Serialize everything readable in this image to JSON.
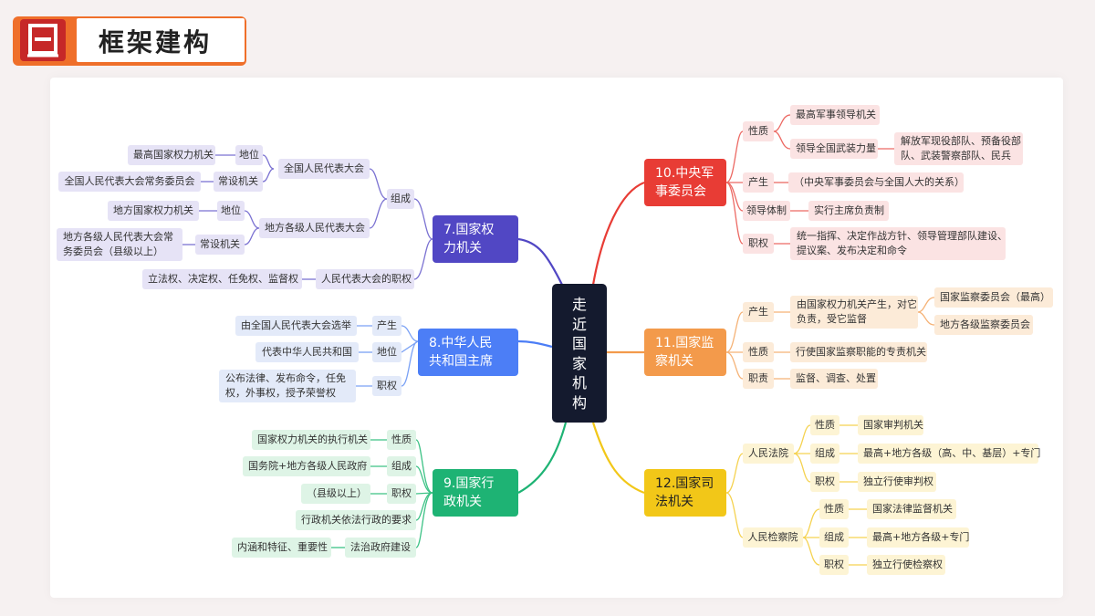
{
  "header": {
    "title": "框架建构"
  },
  "center": {
    "label": "走\n近\n国\n家\n机\n构"
  },
  "colors": {
    "b7": "#5147c4",
    "b8": "#4c7ef6",
    "b9": "#1eb374",
    "b10": "#e83c35",
    "b11": "#f39a4b",
    "b12": "#f2c718"
  },
  "b7": {
    "label": "7.国家权\n力机关",
    "zucheng": "组成",
    "qgrd": "全国人民代表大会",
    "diwei1": "地位",
    "zuigao": "最高国家权力机关",
    "changshe1": "常设机关",
    "qgcw": "全国人民代表大会常务委员会",
    "dfrd": "地方各级人民代表大会",
    "diwei2": "地位",
    "dfql": "地方国家权力机关",
    "changshe2": "常设机关",
    "dfcw": "地方各级人民代表大会常\n务委员会（县级以上）",
    "zhiquan": "人民代表大会的职权",
    "lifa": "立法权、决定权、任免权、监督权"
  },
  "b8": {
    "label": "8.中华人民\n共和国主席",
    "chansheng": "产生",
    "xuanju": "由全国人民代表大会选举",
    "diwei": "地位",
    "daibiao": "代表中华人民共和国",
    "zhiquan": "职权",
    "gongbu": "公布法律、发布命令，任免\n权，外事权，授予荣誉权"
  },
  "b9": {
    "label": "9.国家行\n政机关",
    "xingzhi": "性质",
    "zhixing": "国家权力机关的执行机关",
    "zucheng": "组成",
    "guowu": "国务院+地方各级人民政府",
    "zhiquan": "职权",
    "xianji": "（县级以上）",
    "yifa": "行政机关依法行政的要求",
    "fazhi": "法治政府建设",
    "neihan": "内涵和特征、重要性"
  },
  "b10": {
    "label": "10.中央军\n事委员会",
    "xingzhi": "性质",
    "zuigao": "最高军事领导机关",
    "lingdao": "领导全国武装力量",
    "jiefang": "解放军现役部队、预备役部\n队、武装警察部队、民兵",
    "chansheng": "产生",
    "guanxi": "（中央军事委员会与全国人大的关系）",
    "tizhi": "领导体制",
    "zhuxi": "实行主席负责制",
    "zhiquan": "职权",
    "tongyi": "统一指挥、决定作战方针、领导管理部队建设、\n提议案、发布决定和命令"
  },
  "b11": {
    "label": "11.国家监\n察机关",
    "chansheng": "产生",
    "youguo": "由国家权力机关产生，对它\n负责，受它监督",
    "guojia": "国家监察委员会（最高）",
    "difang": "地方各级监察委员会",
    "xingzhi": "性质",
    "zhuanze": "行使国家监察职能的专责机关",
    "zhize": "职责",
    "jiandu": "监督、调查、处置"
  },
  "b12": {
    "label": "12.国家司\n法机关",
    "fayuan": "人民法院",
    "xz1": "性质",
    "shenpan": "国家审判机关",
    "zc1": "组成",
    "zuigao1": "最高+地方各级（高、中、基层）+专门",
    "zq1": "职权",
    "duli1": "独立行使审判权",
    "jianchayuan": "人民检察院",
    "xz2": "性质",
    "jiandu": "国家法律监督机关",
    "zc2": "组成",
    "zuigao2": "最高+地方各级+专门",
    "zq2": "职权",
    "duli2": "独立行使检察权"
  }
}
